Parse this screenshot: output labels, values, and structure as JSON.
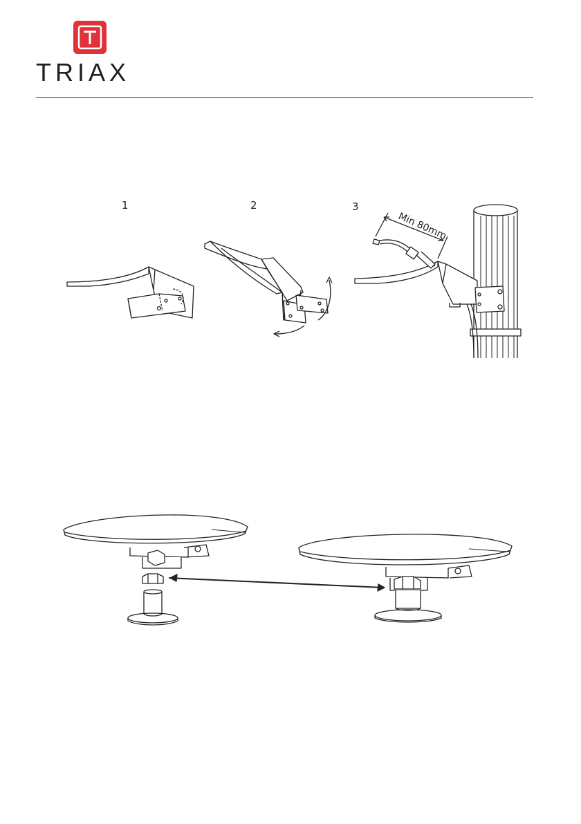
{
  "brand": {
    "name": "TRIAX",
    "logo_letter": "T",
    "accent_color": "#e0323a"
  },
  "steps": [
    {
      "number": "1"
    },
    {
      "number": "2"
    },
    {
      "number": "3"
    }
  ],
  "dimension_label": "Min 80mm"
}
